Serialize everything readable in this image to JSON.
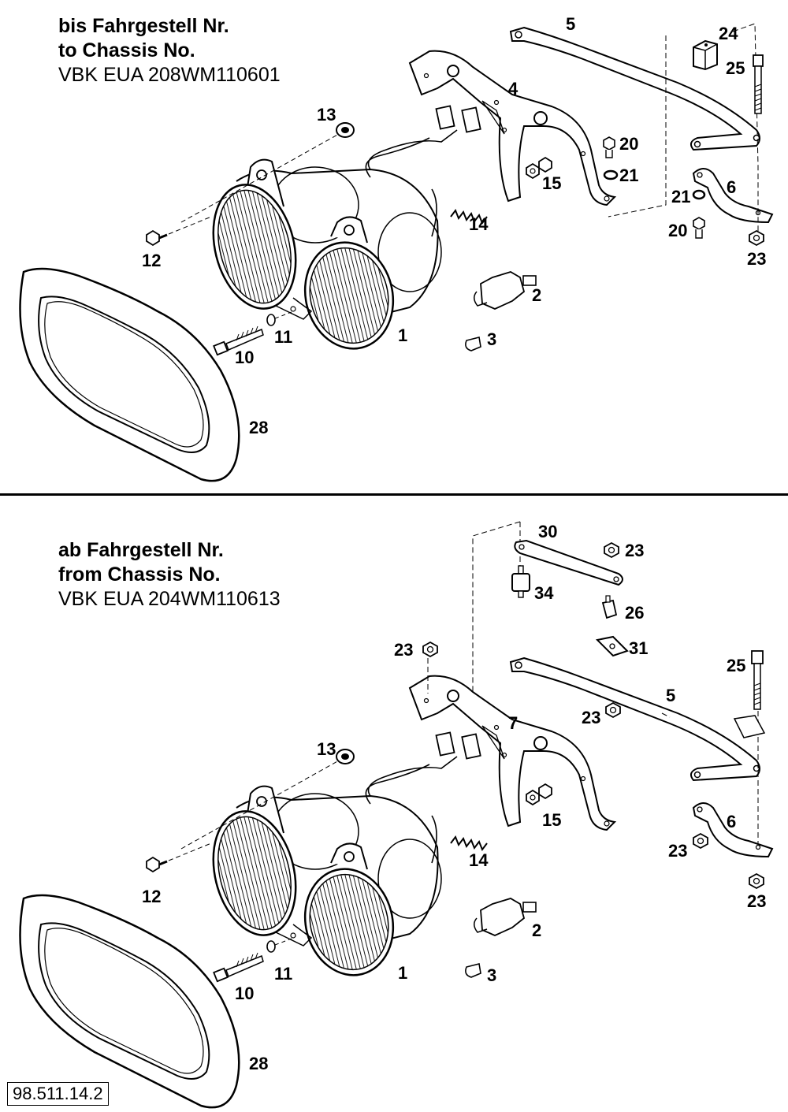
{
  "top": {
    "line1": "bis Fahrgestell Nr.",
    "line2": "to Chassis No.",
    "line3": "VBK EUA 208WM110601",
    "labels": [
      "5",
      "24",
      "25",
      "4",
      "13",
      "20",
      "21",
      "15",
      "6",
      "21",
      "14",
      "20",
      "12",
      "23",
      "2",
      "11",
      "1",
      "3",
      "10",
      "28"
    ]
  },
  "bottom": {
    "line1": "ab Fahrgestell Nr.",
    "line2": "from Chassis No.",
    "line3": "VBK EUA 204WM110613",
    "labels": [
      "30",
      "23",
      "34",
      "26",
      "31",
      "23",
      "25",
      "5",
      "23",
      "7",
      "13",
      "15",
      "6",
      "14",
      "23",
      "12",
      "2",
      "23",
      "11",
      "1",
      "3",
      "10",
      "28"
    ]
  },
  "reference": "98.511.14.2"
}
